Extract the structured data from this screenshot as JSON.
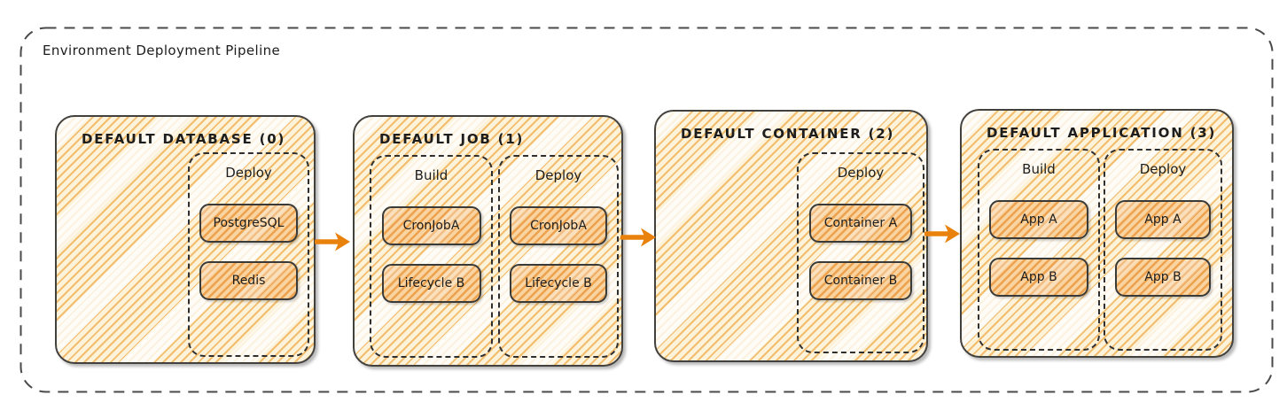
{
  "pipeline": {
    "title": "Environment Deployment Pipeline",
    "stages": [
      {
        "title": "DEFAULT DATABASE (0)",
        "groups": [
          {
            "label": "Deploy",
            "items": [
              "PostgreSQL",
              "Redis"
            ]
          }
        ]
      },
      {
        "title": "DEFAULT JOB (1)",
        "groups": [
          {
            "label": "Build",
            "items": [
              "CronJobA",
              "Lifecycle B"
            ]
          },
          {
            "label": "Deploy",
            "items": [
              "CronJobA",
              "Lifecycle B"
            ]
          }
        ]
      },
      {
        "title": "DEFAULT CONTAINER (2)",
        "groups": [
          {
            "label": "Deploy",
            "items": [
              "Container A",
              "Container B"
            ]
          }
        ]
      },
      {
        "title": "DEFAULT APPLICATION (3)",
        "groups": [
          {
            "label": "Build",
            "items": [
              "App A",
              "App B"
            ]
          },
          {
            "label": "Deploy",
            "items": [
              "App A",
              "App B"
            ]
          }
        ]
      }
    ],
    "connectors": [
      {
        "from": "DEFAULT DATABASE (0)",
        "to": "DEFAULT JOB (1)"
      },
      {
        "from": "DEFAULT JOB (1)",
        "to": "DEFAULT CONTAINER (2)"
      },
      {
        "from": "DEFAULT CONTAINER (2)",
        "to": "DEFAULT APPLICATION (3)"
      }
    ],
    "colors": {
      "arrow": "#e8820c",
      "stage_border": "#43413e",
      "group_dash_border": "#2f2f2f",
      "outer_dash_border": "#4a4a4a",
      "hatch_line_light": "#f2bd6e",
      "hatch_line_dark": "#eca24e",
      "text": "#1d1d1d"
    }
  }
}
